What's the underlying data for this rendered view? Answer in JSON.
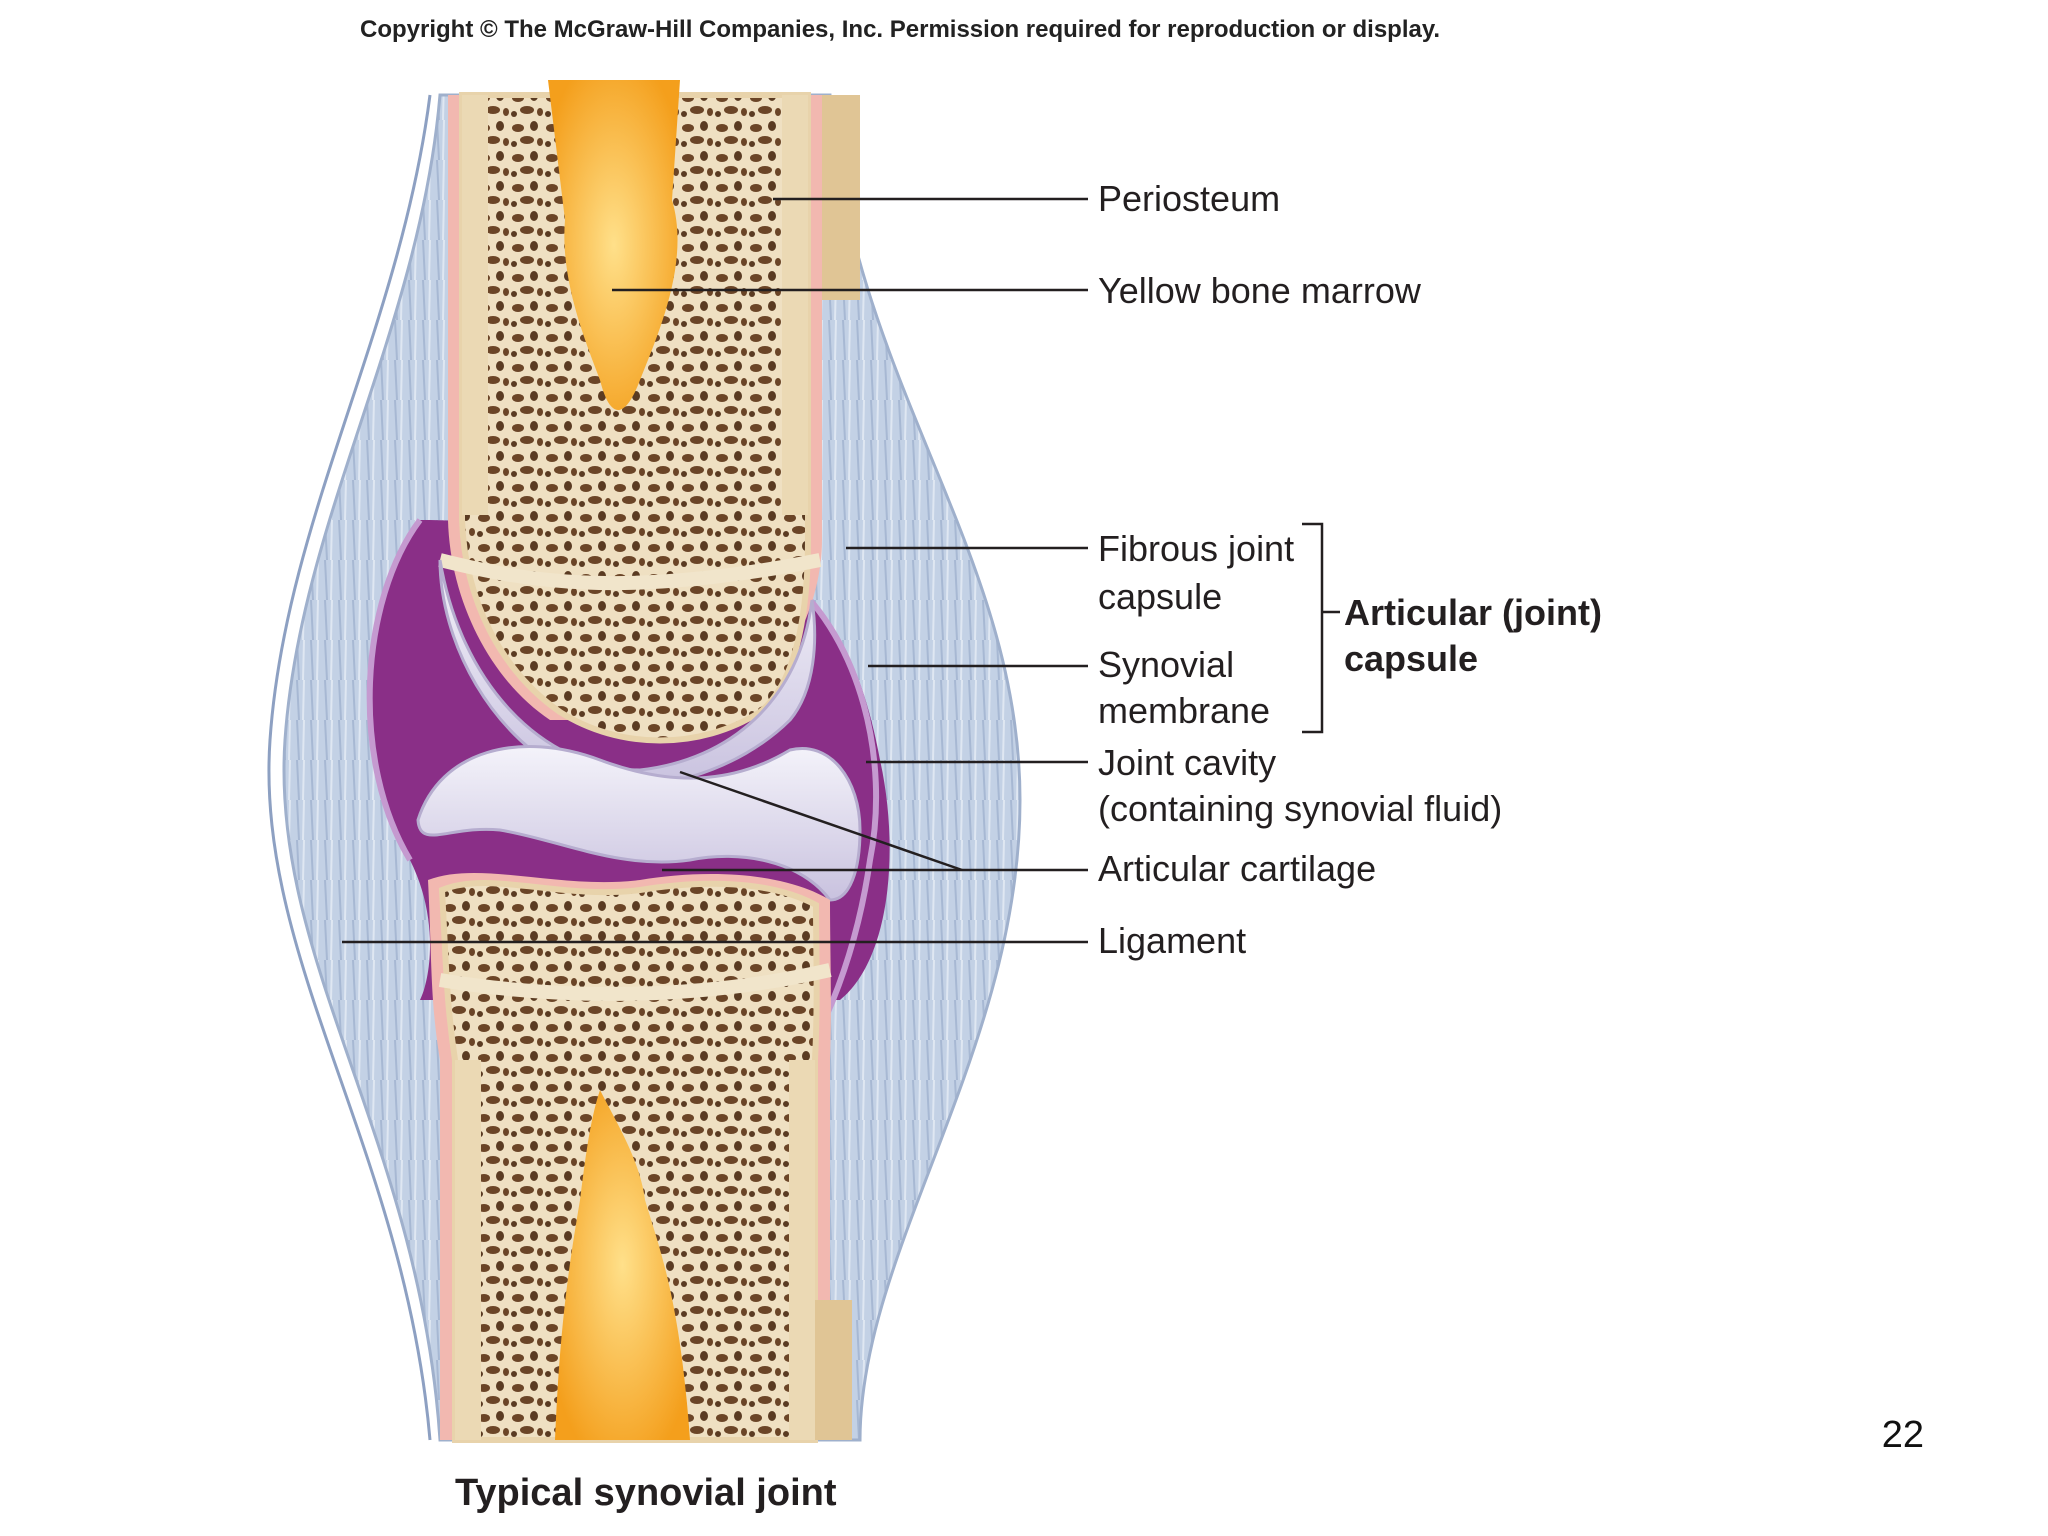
{
  "copyright": "Copyright © The McGraw-Hill Companies, Inc. Permission required for reproduction or display.",
  "labels": {
    "periosteum": "Periosteum",
    "yellow_marrow": "Yellow bone marrow",
    "fibrous_line1": "Fibrous joint",
    "fibrous_line2": "capsule",
    "synovial_line1": "Synovial",
    "synovial_line2": "membrane",
    "articular_capsule_line1": "Articular (joint)",
    "articular_capsule_line2": "capsule",
    "joint_cavity_line1": "Joint cavity",
    "joint_cavity_line2": "(containing synovial fluid)",
    "articular_cartilage": "Articular cartilage",
    "ligament": "Ligament"
  },
  "caption": "Typical synovial joint",
  "page_number": "22",
  "colors": {
    "bone": "#efe0c2",
    "spongy_bone": "#5a3b22",
    "marrow": "#f7b232",
    "periosteum": "#f2b8b0",
    "cartilage": "#eceaf4",
    "synovial_cavity": "#8a2f87",
    "fibrous_capsule": "#bccbe0",
    "leader_line": "#231f20"
  }
}
